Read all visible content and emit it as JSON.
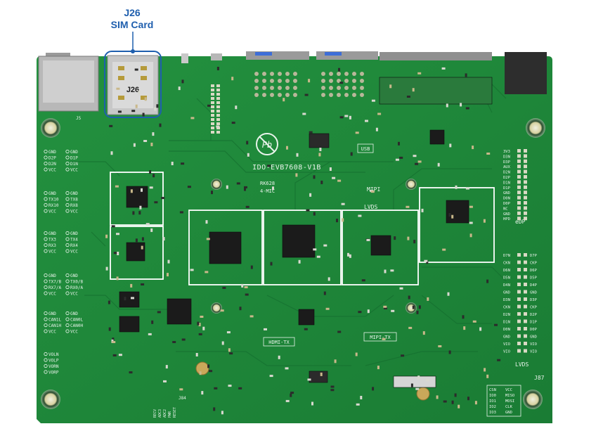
{
  "callout": {
    "title": "J26",
    "subtitle": "SIM Card",
    "slot_label": "J26",
    "color": "#1f5fae"
  },
  "board": {
    "model": "IDO-EVB7608-V1B",
    "pb_mark": "Pb",
    "labels": {
      "usb": "USB",
      "rk628": "RK628",
      "four_mic": "4-MIC",
      "mipi": "MIPI",
      "lvds": "LVDS",
      "hdmi_tx": "HDMI-TX",
      "mipi_tx": "MIPI-TX",
      "lvds_right": "LVDS",
      "j87": "J87",
      "edp": "eDP",
      "j5": "J5",
      "j84": "J84"
    },
    "colors": {
      "pcb": "#1f8a3a",
      "pcb_dark": "#15692b",
      "silk": "#e8f3ea",
      "highlight": "#ffffff"
    },
    "left_header_groups": [
      {
        "left": [
          "GND",
          "D2P",
          "D2N",
          "VCC"
        ],
        "right": [
          "GND",
          "D1P",
          "D1N",
          "VCC"
        ]
      },
      {
        "left": [
          "GND",
          "TX10",
          "RX10",
          "VCC"
        ],
        "right": [
          "GND",
          "TX8",
          "RX8",
          "VCC"
        ]
      },
      {
        "left": [
          "GND",
          "TX3",
          "RX3",
          "VCC"
        ],
        "right": [
          "GND",
          "TX4",
          "RX4",
          "VCC"
        ]
      },
      {
        "left": [
          "GND",
          "TX7/B",
          "RX7/A",
          "VCC"
        ],
        "right": [
          "GND",
          "TX0/B",
          "RX0/A",
          "VCC"
        ]
      },
      {
        "left": [
          "GND",
          "CAN1L",
          "CAN1H",
          "VCC"
        ],
        "right": [
          "GND",
          "CAN0L",
          "CAN0H",
          "VCC"
        ]
      },
      {
        "left": [
          "VOLN",
          "VOLP",
          "VORN",
          "VORP"
        ],
        "right": []
      }
    ],
    "right_header_edp": [
      "3V3",
      "D3N",
      "D3P",
      "AUX",
      "D2N",
      "D2P",
      "D1N",
      "D1P",
      "GND",
      "D0N",
      "D0P",
      "NC",
      "GND",
      "HPD"
    ],
    "right_header_lvds_left": [
      "D7N",
      "CKN",
      "D6N",
      "D5N",
      "D4N",
      "GND",
      "D3N",
      "CKN",
      "D2N",
      "D1N",
      "D0N",
      "GND",
      "VIO",
      "VIO"
    ],
    "right_header_lvds_right": [
      "D7P",
      "CKP",
      "D6P",
      "D5P",
      "D4P",
      "GND",
      "D3P",
      "CKP",
      "D2P",
      "D1P",
      "D0P",
      "GND",
      "VIO",
      "VIO"
    ],
    "spi_header": [
      "CSN",
      "IO0",
      "IO1",
      "IO2",
      "IO3",
      "VCC",
      "MISO",
      "MOSI",
      "CLK",
      "GND"
    ],
    "j84_pins": [
      "RECV",
      "ADC3",
      "ADC2",
      "PWR",
      "RESET"
    ]
  }
}
